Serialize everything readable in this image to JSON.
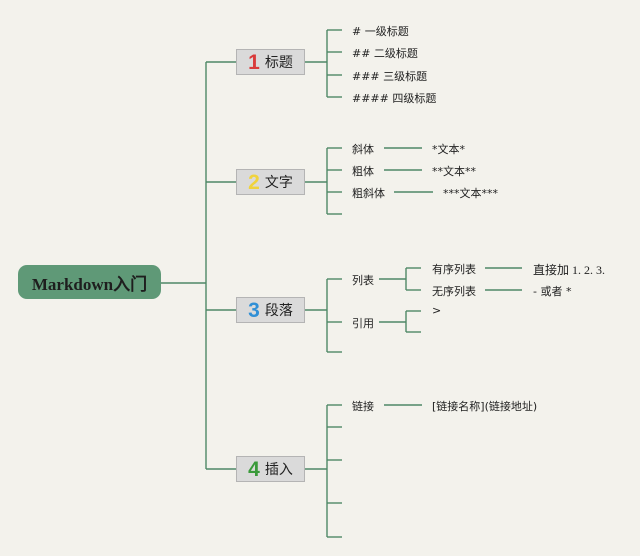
{
  "root": {
    "label": "Markdown入门"
  },
  "branches": [
    {
      "num": "1",
      "color": "#d93a3a",
      "label": "标题"
    },
    {
      "num": "2",
      "color": "#f0d33d",
      "label": "文字"
    },
    {
      "num": "3",
      "color": "#2f8fd6",
      "label": "段落"
    },
    {
      "num": "4",
      "color": "#3a9a3a",
      "label": "插入"
    }
  ],
  "headings": {
    "h1": "# 一级标题",
    "h2": "## 二级标题",
    "h3": "### 三级标题",
    "h4": "#### 四级标题"
  },
  "text": {
    "italic": "斜体",
    "italic_syntax": "*文本*",
    "bold": "粗体",
    "bold_syntax": "**文本**",
    "bold_italic": "粗斜体",
    "bold_italic_syntax": "***文本***"
  },
  "paragraph": {
    "list": "列表",
    "ordered": "有序列表",
    "ordered_syntax": "直接加 1. 2. 3.",
    "unordered": "无序列表",
    "unordered_syntax": "- 或者 *",
    "quote": "引用",
    "quote_syntax": ">"
  },
  "insert": {
    "link": "链接",
    "link_syntax": "[链接名称](链接地址)"
  }
}
